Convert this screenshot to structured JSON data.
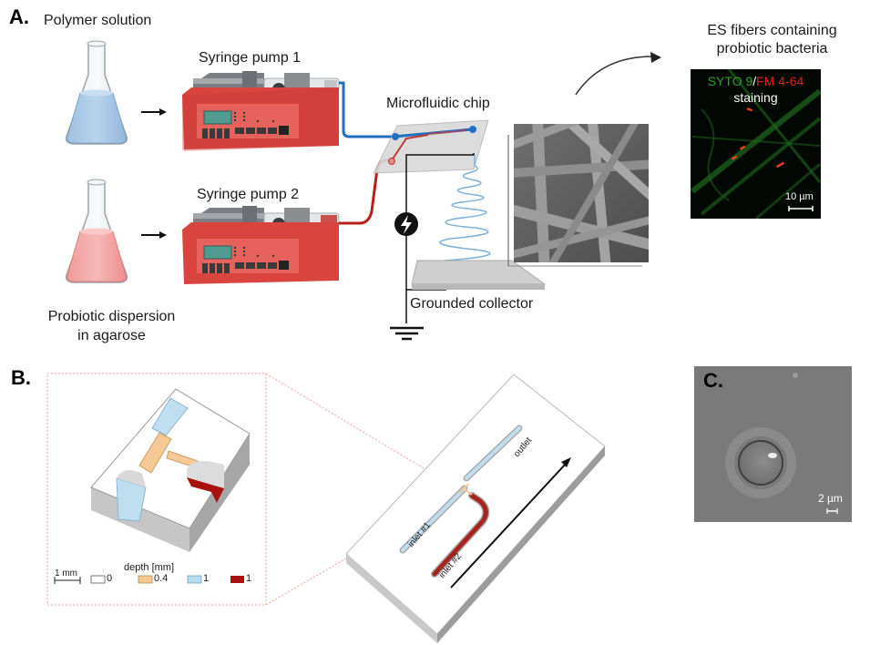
{
  "panel_a": {
    "label": "A.",
    "polymer_solution": "Polymer solution",
    "probiotic_dispersion_line1": "Probiotic dispersion",
    "probiotic_dispersion_line2": "in agarose",
    "syringe_pump_1": "Syringe pump 1",
    "syringe_pump_2": "Syringe pump 2",
    "microfluidic_chip": "Microfluidic chip",
    "grounded_collector": "Grounded collector",
    "fibers_title_line1": "ES fibers containing",
    "fibers_title_line2": "probiotic  bacteria",
    "stain_green": "SYTO 9",
    "stain_sep": "/",
    "stain_red": "FM 4-64",
    "stain_suffix": "staining",
    "fluor_scale_bar": "10 µm",
    "colors": {
      "polymer_liquid": "#a9c9e8",
      "probiotic_liquid": "#f4a3a3",
      "pump_body": "#d9443f",
      "blue_tube": "#1f6fc2",
      "red_tube": "#b8201c",
      "syto9_green": "#2e9e2e",
      "fm464_red": "#e0201a"
    }
  },
  "panel_b": {
    "label": "B.",
    "legend_title": "depth [mm]",
    "scale_bar": "1 mm",
    "legend": [
      {
        "value": "0",
        "color": "#ffffff"
      },
      {
        "value": "0.4",
        "color": "#f5c98e"
      },
      {
        "value": "1",
        "color": "#b8dcf0"
      },
      {
        "value": "1",
        "color": "#a8120e"
      }
    ],
    "inlet_1": "inlet #1",
    "inlet_2": "inlet #2",
    "outlet": "outlet"
  },
  "panel_c": {
    "label": "C.",
    "scale_bar": "2 µm"
  }
}
